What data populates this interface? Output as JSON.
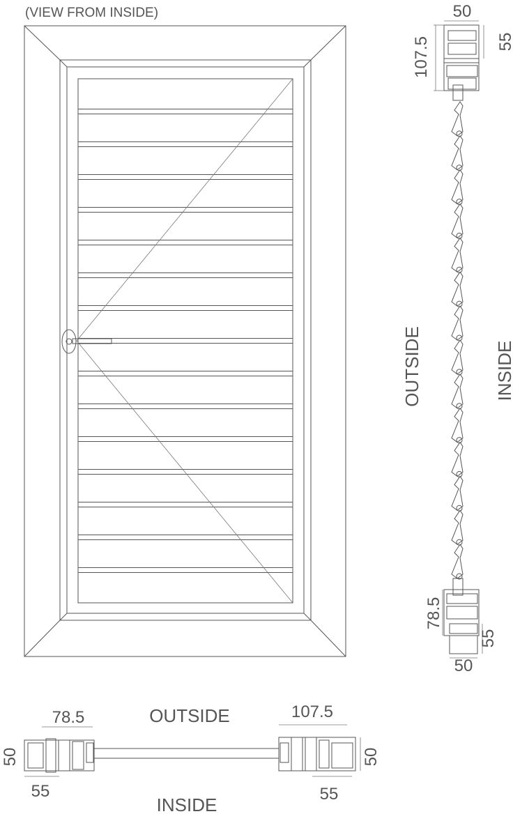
{
  "elevation": {
    "title": "(VIEW FROM INSIDE)",
    "slat_count": 16
  },
  "vertical_section": {
    "top_width": "50",
    "top_depth": "55",
    "top_height": "107.5",
    "outside_label": "OUTSIDE",
    "inside_label": "INSIDE",
    "bottom_height": "78.5",
    "bottom_depth": "55",
    "bottom_width": "50",
    "louvre_count": 14
  },
  "horizontal_section": {
    "left_width": "78.5",
    "outside_label": "OUTSIDE",
    "right_width": "107.5",
    "left_height": "50",
    "right_height": "50",
    "left_depth": "55",
    "right_depth": "55",
    "inside_label": "INSIDE"
  }
}
